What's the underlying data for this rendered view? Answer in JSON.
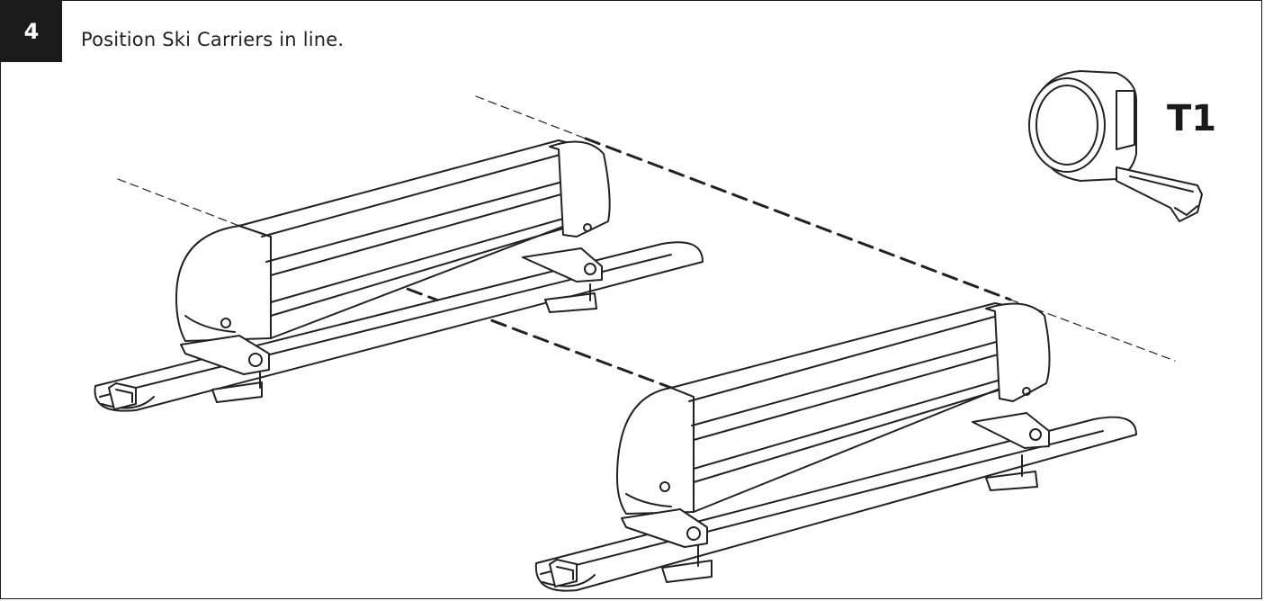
{
  "step": {
    "number": "4",
    "instruction": "Position Ski Carriers in line."
  },
  "tool": {
    "label": "T1",
    "icon": "tape-measure-icon"
  },
  "illustration": {
    "parts": [
      "ski-carrier-rear",
      "ski-carrier-front",
      "roof-bar-rear",
      "roof-bar-front",
      "alignment-line"
    ]
  }
}
